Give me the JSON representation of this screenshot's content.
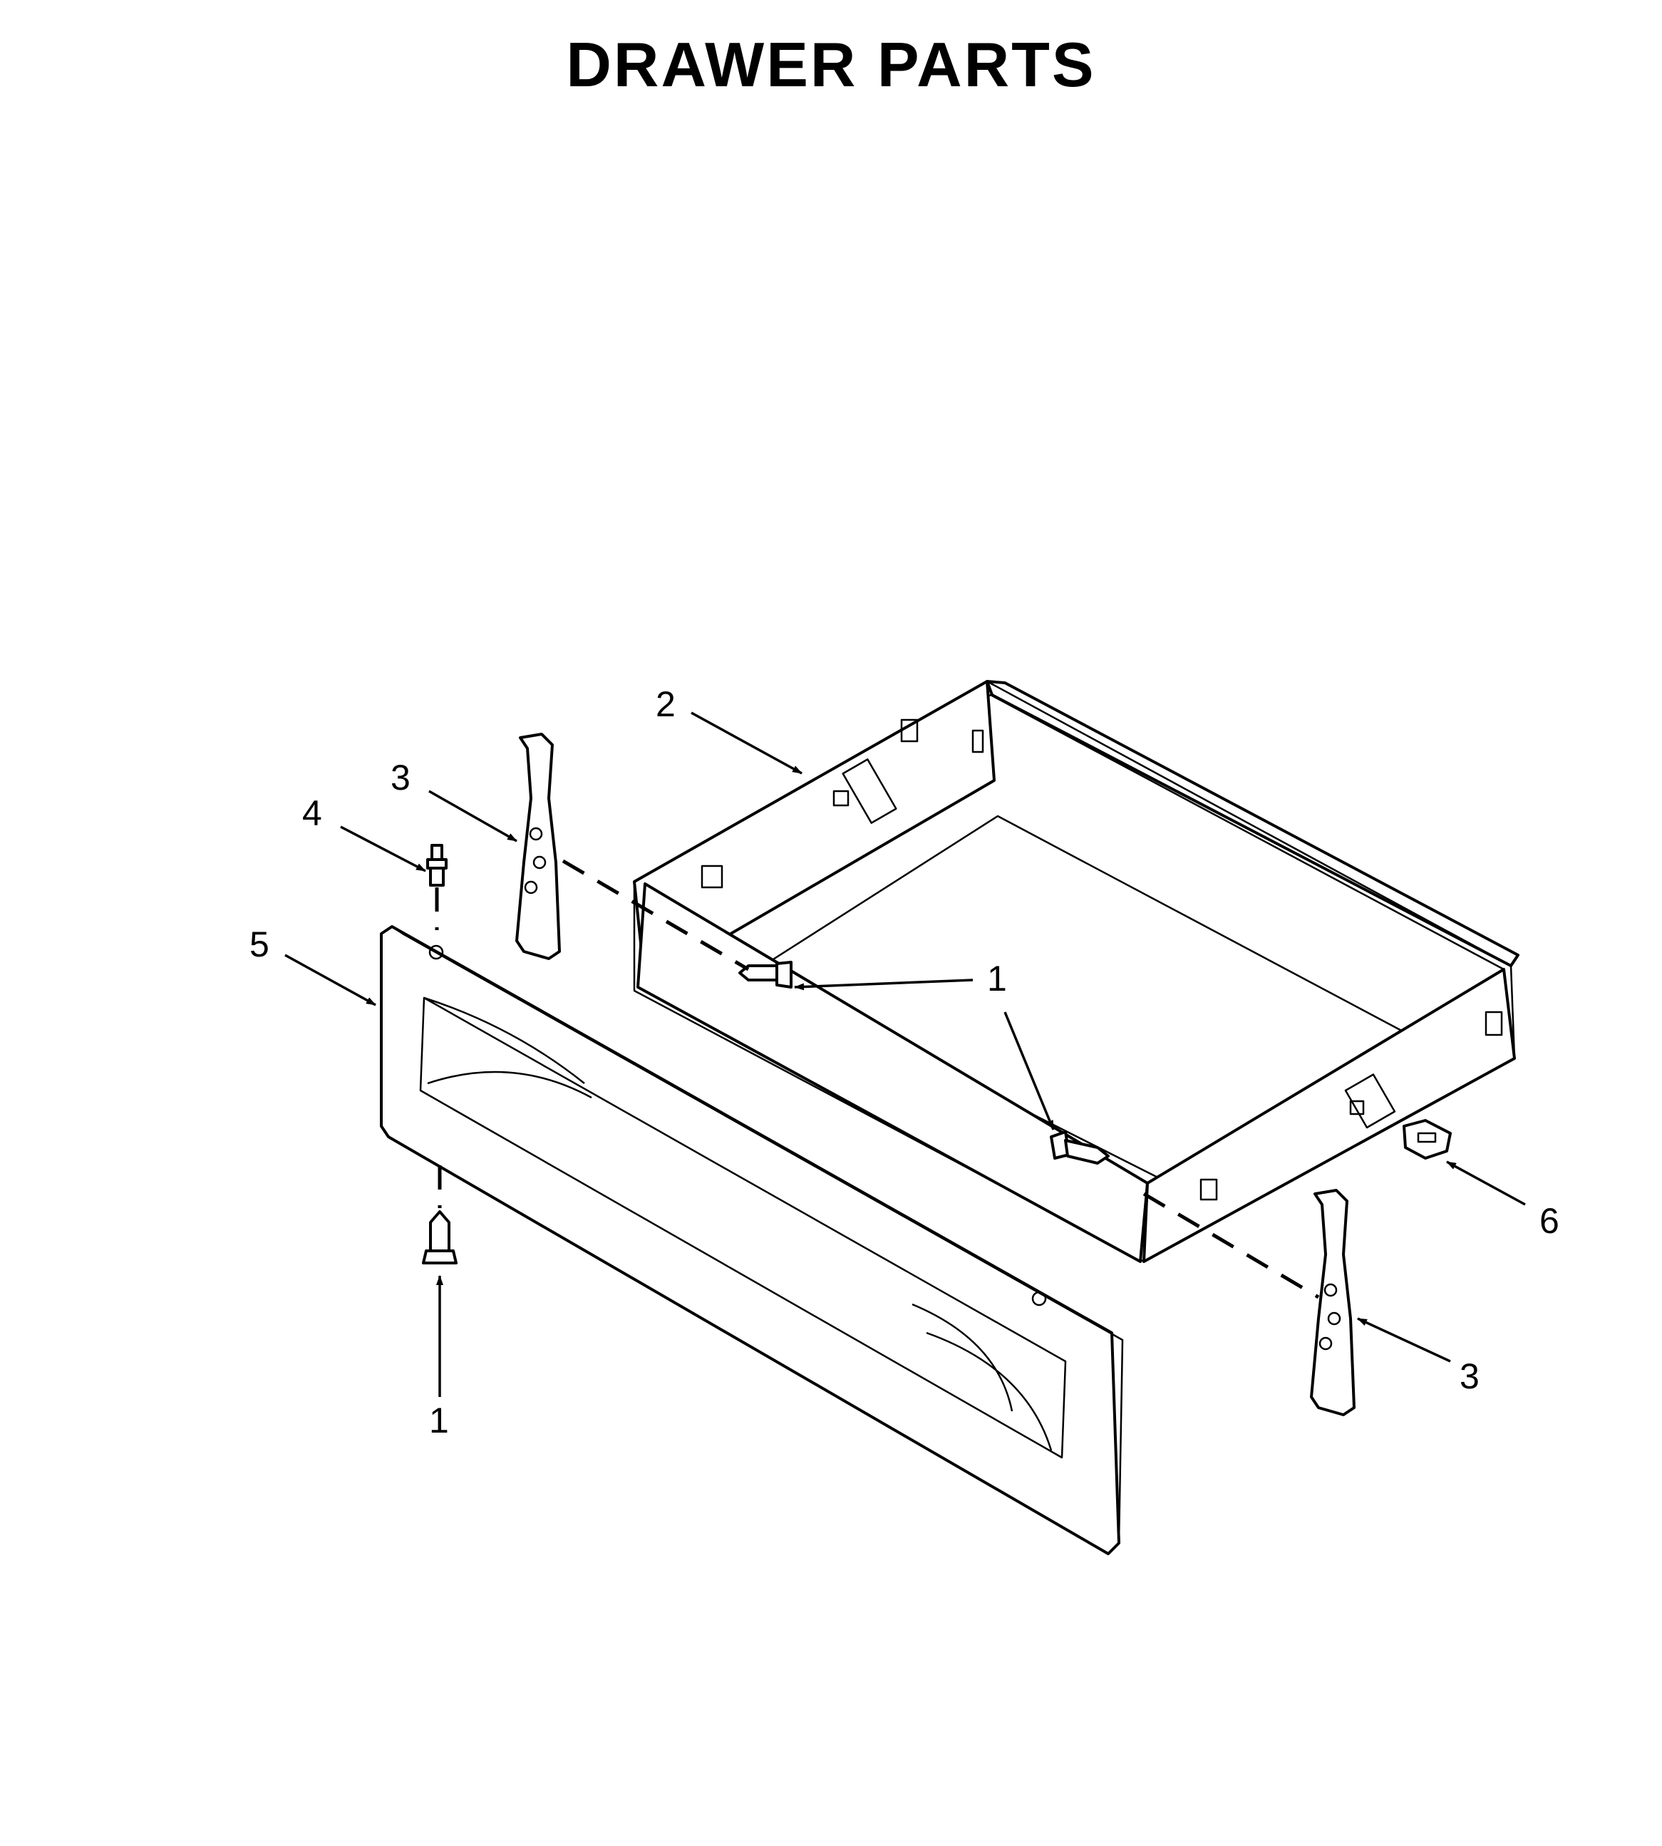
{
  "title": "DRAWER PARTS",
  "callouts": {
    "fastener_rear": "1",
    "fastener_front": "1",
    "fastener_bottom": "1",
    "drawer_body": "2",
    "slide_left": "3",
    "slide_right": "3",
    "stud": "4",
    "drawer_panel": "5",
    "bracket": "6"
  }
}
